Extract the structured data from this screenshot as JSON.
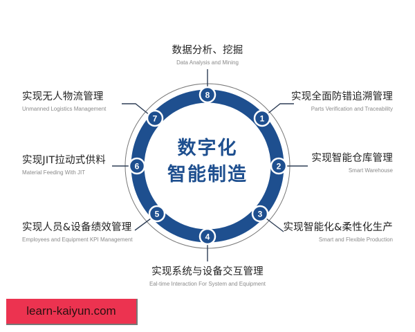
{
  "diagram": {
    "center": {
      "line1": "数字化",
      "line2": "智能制造"
    },
    "colors": {
      "ring": "#1e4f8f",
      "outer_line": "#777777",
      "connector": "#2d3d55",
      "label_cn": "#222222",
      "label_en": "#8a8a8a"
    },
    "nodes": [
      {
        "number": "1",
        "cn": "实现全面防错追溯管理",
        "en": "Parts Verification and Traceability"
      },
      {
        "number": "2",
        "cn": "实现智能仓库管理",
        "en": "Smart Warehouse"
      },
      {
        "number": "3",
        "cn": "实现智能化&柔性化生产",
        "en": "Smart and Flexible Production"
      },
      {
        "number": "4",
        "cn": "实现系统与设备交互管理",
        "en": "Eal-time Interaction For System and Equipment"
      },
      {
        "number": "5",
        "cn": "实现人员&设备绩效管理",
        "en": "Employees and Equipment KPI Management"
      },
      {
        "number": "6",
        "cn": "实现JIT拉动式供料",
        "en": "Material Feeding With JIT"
      },
      {
        "number": "7",
        "cn": "实现无人物流管理",
        "en": "Unmanned Logistics Management"
      },
      {
        "number": "8",
        "cn": "数据分析、挖掘",
        "en": "Data Analysis and Mining"
      }
    ]
  },
  "watermark": {
    "text": "learn-kaiyun.com",
    "color": "#ec3350"
  }
}
